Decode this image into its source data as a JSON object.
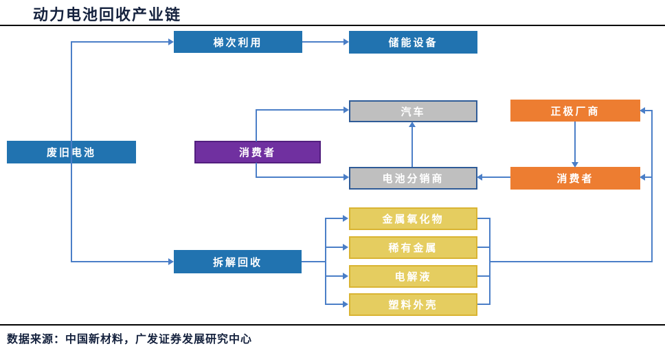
{
  "title": "动力电池回收产业链",
  "source": "数据来源：中国新材料，广发证券发展研究中心",
  "nodes": {
    "waste_battery": {
      "label": "废旧电池",
      "color": "blue"
    },
    "echelon_use": {
      "label": "梯次利用",
      "color": "blue"
    },
    "energy_storage": {
      "label": "储能设备",
      "color": "blue"
    },
    "automobile": {
      "label": "汽车",
      "color": "gray"
    },
    "cathode_manufacturer": {
      "label": "正极厂商",
      "color": "orange"
    },
    "consumer_purple": {
      "label": "消费者",
      "color": "purple"
    },
    "battery_distributor": {
      "label": "电池分销商",
      "color": "gray"
    },
    "consumer_orange": {
      "label": "消费者",
      "color": "orange"
    },
    "dismantle_recycle": {
      "label": "拆解回收",
      "color": "blue"
    },
    "metal_oxide": {
      "label": "金属氧化物",
      "color": "yellow"
    },
    "rare_metal": {
      "label": "稀有金属",
      "color": "yellow"
    },
    "electrolyte": {
      "label": "电解液",
      "color": "yellow"
    },
    "plastic_shell": {
      "label": "塑料外壳",
      "color": "yellow"
    }
  },
  "edges": [
    {
      "from": "废旧电池",
      "to": "梯次利用"
    },
    {
      "from": "梯次利用",
      "to": "储能设备"
    },
    {
      "from": "废旧电池",
      "to": "拆解回收"
    },
    {
      "from": "消费者(紫)",
      "to": "汽车"
    },
    {
      "from": "消费者(紫)",
      "to": "电池分销商"
    },
    {
      "from": "电池分销商",
      "to": "汽车"
    },
    {
      "from": "消费者(橙)",
      "to": "电池分销商"
    },
    {
      "from": "正极厂商",
      "to": "消费者(橙)"
    },
    {
      "from": "拆解回收",
      "to": "金属氧化物"
    },
    {
      "from": "拆解回收",
      "to": "稀有金属"
    },
    {
      "from": "拆解回收",
      "to": "电解液"
    },
    {
      "from": "拆解回收",
      "to": "塑料外壳"
    },
    {
      "from": "金属氧化物/稀有金属/电解液/塑料外壳",
      "to": "消费者(橙)"
    },
    {
      "from": "金属氧化物/稀有金属/电解液/塑料外壳",
      "to": "正极厂商"
    }
  ],
  "colors": {
    "box_blue": "#2173B0",
    "box_purple": "#7030A0",
    "box_purple_border": "#521E7E",
    "box_orange": "#ED7D31",
    "box_gray": "#BFBFBF",
    "box_gray_border": "#2E5B97",
    "box_yellow": "#E5CD60",
    "box_yellow_border": "#D9B432",
    "connector": "#4A7EC7",
    "title_text": "#14213D",
    "source_text": "#14213D",
    "box_text": "#FFFFFF",
    "rule": "#000000"
  }
}
